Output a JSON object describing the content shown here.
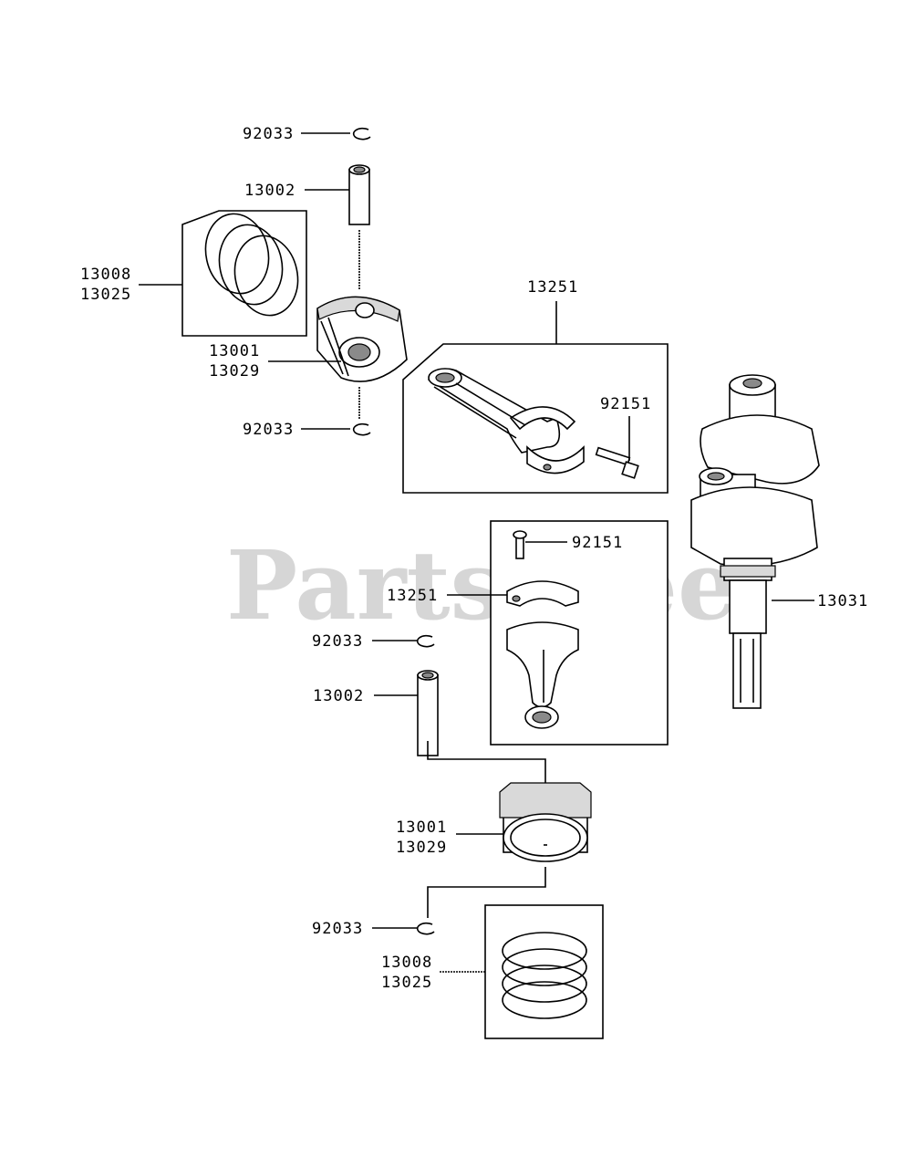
{
  "watermark": {
    "text": "PartsTree",
    "trademark": "™"
  },
  "labels": {
    "circlip_top": "92033",
    "pin_top": "13002",
    "rings_top_a": "13008",
    "rings_top_b": "13025",
    "piston_top_a": "13001",
    "piston_top_b": "13029",
    "circlip_top_lower": "92033",
    "conrod_top": "13251",
    "bolt_top": "92151",
    "bolt_bottom": "92151",
    "conrod_bottom": "13251",
    "crankshaft": "13031",
    "circlip_bottom_upper": "92033",
    "pin_bottom": "13002",
    "piston_bottom_a": "13001",
    "piston_bottom_b": "13029",
    "circlip_bottom_lower": "92033",
    "rings_bottom_a": "13008",
    "rings_bottom_b": "13025"
  }
}
